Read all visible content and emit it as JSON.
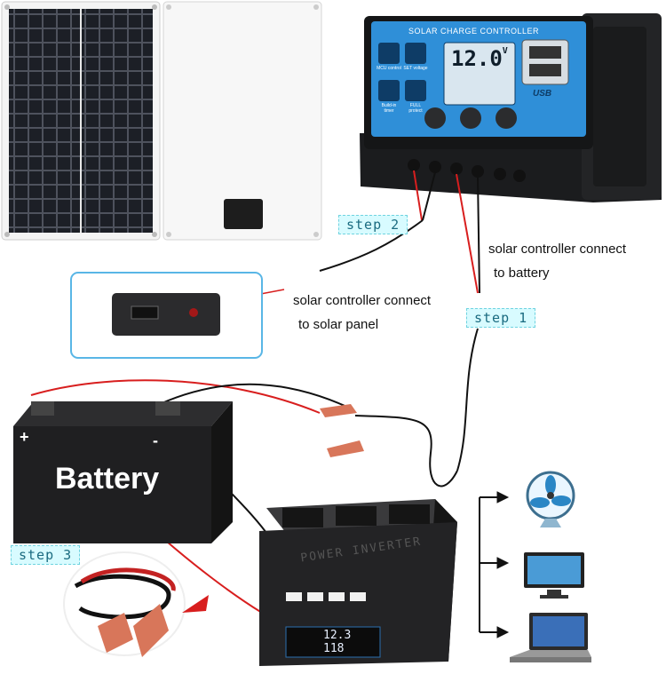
{
  "labels": {
    "step1": "step 1",
    "step2": "step 2",
    "step3": "step 3",
    "to_battery_line1": "solar controller connect",
    "to_battery_line2": "to battery",
    "to_panel_line1": "solar controller connect",
    "to_panel_line2": "to solar panel"
  },
  "controller": {
    "title": "SOLAR CHARGE CONTROLLER",
    "voltage": "12.0",
    "unit": "V",
    "usb_label": "USB",
    "btn_mcu": "MCU control",
    "btn_set": "SET voltage",
    "btn_timer": "Build-in timer",
    "btn_full": "FULL protect"
  },
  "battery": {
    "label": "Battery",
    "plus": "+",
    "minus": "-"
  },
  "inverter": {
    "label": "POWER INVERTER",
    "display_voltage": "12.3",
    "display_secondary": "118"
  },
  "colors": {
    "controller_blue": "#2f8fd8",
    "wire_red": "#d81e1e",
    "wire_black": "#111111",
    "step_bg": "#d8fbff"
  },
  "icons": [
    "fan-icon",
    "tv-icon",
    "laptop-icon"
  ]
}
